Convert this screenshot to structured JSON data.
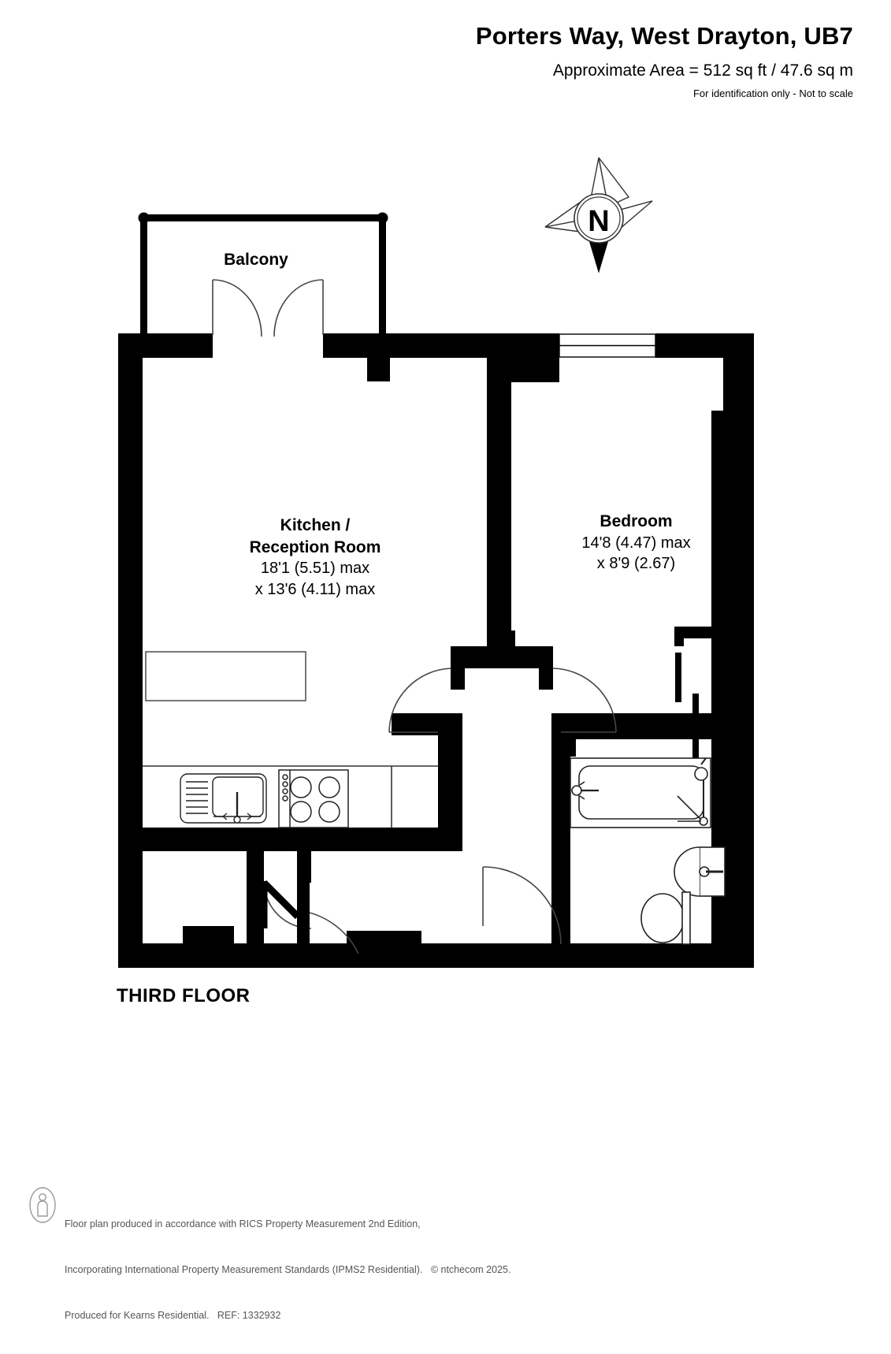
{
  "header": {
    "title": "Porters Way, West Drayton, UB7",
    "area": "Approximate Area = 512 sq ft / 47.6 sq m",
    "notice": "For identification only - Not to scale"
  },
  "floor": {
    "label": "THIRD FLOOR"
  },
  "compass": {
    "north_letter": "N"
  },
  "rooms": [
    {
      "key": "balcony",
      "name": "Balcony",
      "dim1": "",
      "dim2": ""
    },
    {
      "key": "kitchen_reception",
      "name_line1": "Kitchen /",
      "name_line2": "Reception Room",
      "dim1": "18'1 (5.51) max",
      "dim2": "x 13'6 (4.11) max"
    },
    {
      "key": "bedroom",
      "name": "Bedroom",
      "dim1": "14'8 (4.47) max",
      "dim2": "x 8'9 (2.67)"
    }
  ],
  "footer": {
    "line1": "Floor plan produced in accordance with RICS Property Measurement 2nd Edition,",
    "line2": "Incorporating International Property Measurement Standards (IPMS2 Residential).   © ntchecom 2025.",
    "line3": "Produced for Kearns Residential.   REF: 1332932"
  },
  "colors": {
    "wall": "#000000",
    "background": "#ffffff",
    "fixture_stroke": "#1a1a1a",
    "footer_text": "#555555"
  }
}
